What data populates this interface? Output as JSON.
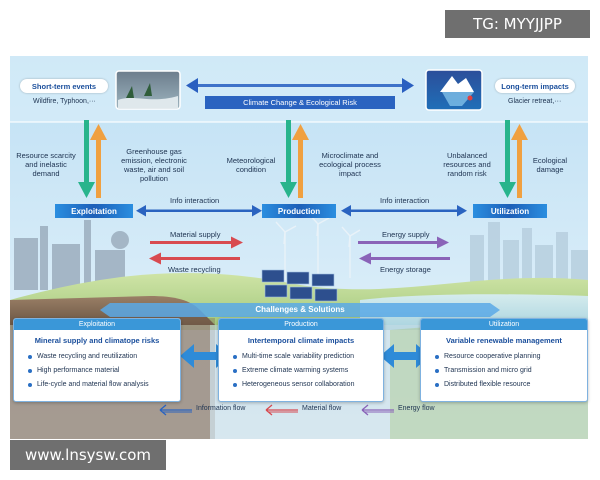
{
  "watermark_top": "TG: MYYJJPP",
  "watermark_bottom": "www.lnsysw.com",
  "header": {
    "title": "Climate Change & Ecological Risk",
    "short_term": {
      "title": "Short-term events",
      "subtitle": "Wildfire, Typhoon,···"
    },
    "long_term": {
      "title": "Long-term impacts",
      "subtitle": "Glacier retreat,···"
    }
  },
  "flows": {
    "left_down": "Resource scarcity and inelastic demand",
    "left_up": "Greenhouse gas emission, electronic waste, air and soil pollution",
    "center_down": "Meteorological condition",
    "center_up": "Microclimate and ecological process impact",
    "right_down": "Unbalanced resources and random risk",
    "right_up": "Ecological damage"
  },
  "nodes": {
    "exploitation": "Exploitation",
    "production": "Production",
    "utilization": "Utilization"
  },
  "links": {
    "info_left": "Info interaction",
    "info_right": "Info interaction",
    "material_supply": "Material supply",
    "waste_recycling": "Waste recycling",
    "energy_supply": "Energy supply",
    "energy_storage": "Energy storage"
  },
  "challenges_title": "Challenges & Solutions",
  "panels": [
    {
      "title": "Exploitation",
      "heading": "Mineral supply and climatope risks",
      "items": [
        "Waste recycling and reutilization",
        "High performance material",
        "Life-cycle and material flow analysis"
      ]
    },
    {
      "title": "Production",
      "heading": "Intertemporal climate impacts",
      "items": [
        "Multi-time scale variability prediction",
        "Extreme climate warming systems",
        "Heterogeneous sensor collaboration"
      ]
    },
    {
      "title": "Utilization",
      "heading": "Variable renewable management",
      "items": [
        "Resource cooperative planning",
        "Transmission and micro grid",
        "Distributed flexible resource"
      ]
    }
  ],
  "legend": {
    "information": "Information flow",
    "material": "Material flow",
    "energy": "Energy flow"
  },
  "colors": {
    "information": "#2a63c0",
    "material": "#d84a50",
    "energy": "#8a63b8",
    "down_arrow": "#28b48c",
    "up_arrow": "#f0a040",
    "node": "#1d5fb8"
  }
}
